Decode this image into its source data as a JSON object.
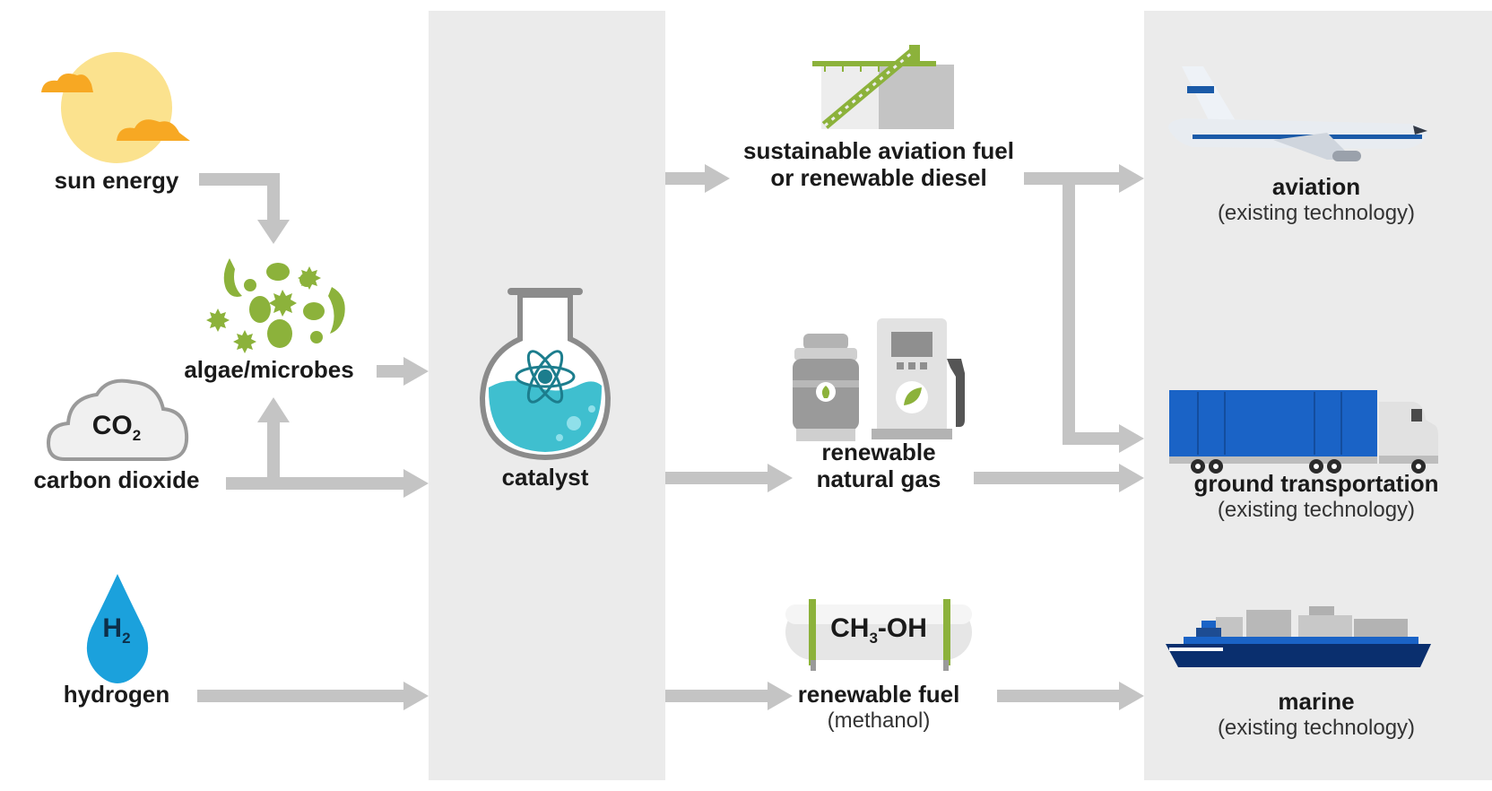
{
  "sources": {
    "sun": {
      "label": "sun energy"
    },
    "algae": {
      "label": "algae/microbes"
    },
    "co2": {
      "label": "carbon dioxide",
      "formula": "CO",
      "formula_sub": "2"
    },
    "hydrogen": {
      "label": "hydrogen",
      "formula": "H",
      "formula_sub": "2"
    }
  },
  "catalyst": {
    "label": "catalyst"
  },
  "products": {
    "saf": {
      "line1": "sustainable aviation fuel",
      "line2": "or renewable diesel"
    },
    "rng": {
      "line1": "renewable",
      "line2": "natural gas"
    },
    "methanol": {
      "label": "renewable fuel",
      "sublabel": "(methanol)",
      "formula_a": "CH",
      "formula_sub": "3",
      "formula_b": "-OH"
    }
  },
  "uses": {
    "aviation": {
      "label": "aviation",
      "sublabel": "(existing technology)"
    },
    "ground": {
      "label": "ground transportation",
      "sublabel": "(existing technology)"
    },
    "marine": {
      "label": "marine",
      "sublabel": "(existing technology)"
    }
  },
  "colors": {
    "panel": "#ebebeb",
    "arrow": "#c4c4c4",
    "algae_green": "#8cb23b",
    "sun": "#fbe28e",
    "cloud_orange": "#f7a823",
    "water_blue": "#1ba1dc",
    "flask_teal": "#3fbfcf",
    "truck_blue": "#1a63c6",
    "ship_navy": "#0a2f6e"
  }
}
